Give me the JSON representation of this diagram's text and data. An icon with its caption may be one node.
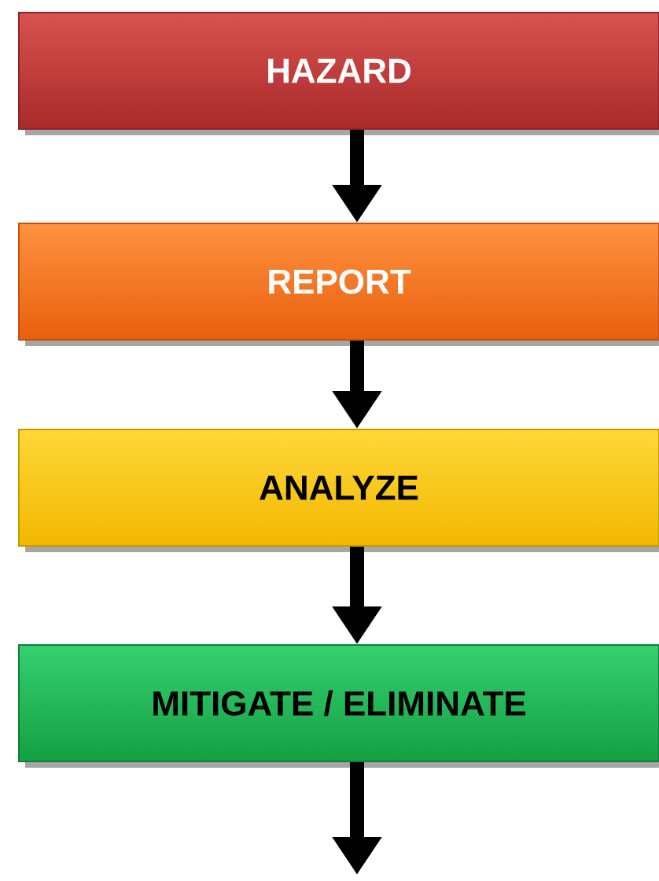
{
  "diagram": {
    "nodes": [
      {
        "text": [
          "HAZARD"
        ]
      },
      {
        "text": [
          "REPORT"
        ]
      },
      {
        "text": [
          "ANALYZE"
        ]
      },
      {
        "text": [
          "MITIGATE / ELIMINATE"
        ]
      }
    ],
    "edges": [
      {
        "from": 0,
        "to": 1,
        "arrow": "to"
      },
      {
        "from": 1,
        "to": 2,
        "arrow": "to"
      },
      {
        "from": 2,
        "to": 3,
        "arrow": "to"
      },
      {
        "from": 3,
        "to": null,
        "arrow": "to"
      }
    ]
  }
}
